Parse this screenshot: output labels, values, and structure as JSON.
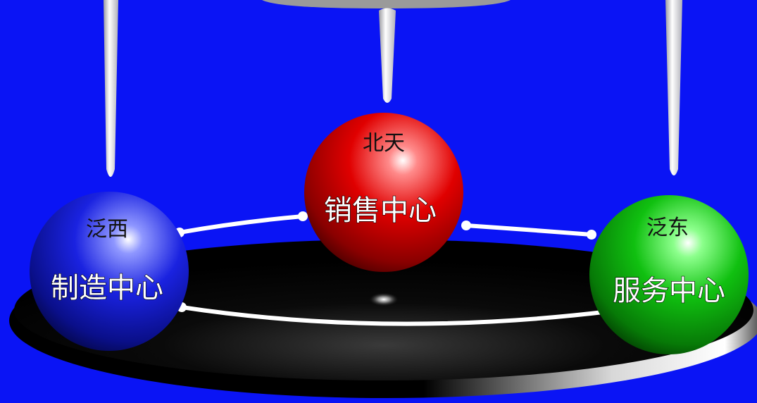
{
  "colors": {
    "background": "#0a14f5",
    "west_sphere": "#1a22e0",
    "north_sphere": "#e00000",
    "east_sphere": "#10c010",
    "platform": "#000000",
    "connector": "#ffffff"
  },
  "nodes": {
    "west": {
      "region": "泛西",
      "center": "制造中心"
    },
    "north": {
      "region": "北天",
      "center": "销售中心"
    },
    "east": {
      "region": "泛东",
      "center": "服务中心"
    }
  }
}
